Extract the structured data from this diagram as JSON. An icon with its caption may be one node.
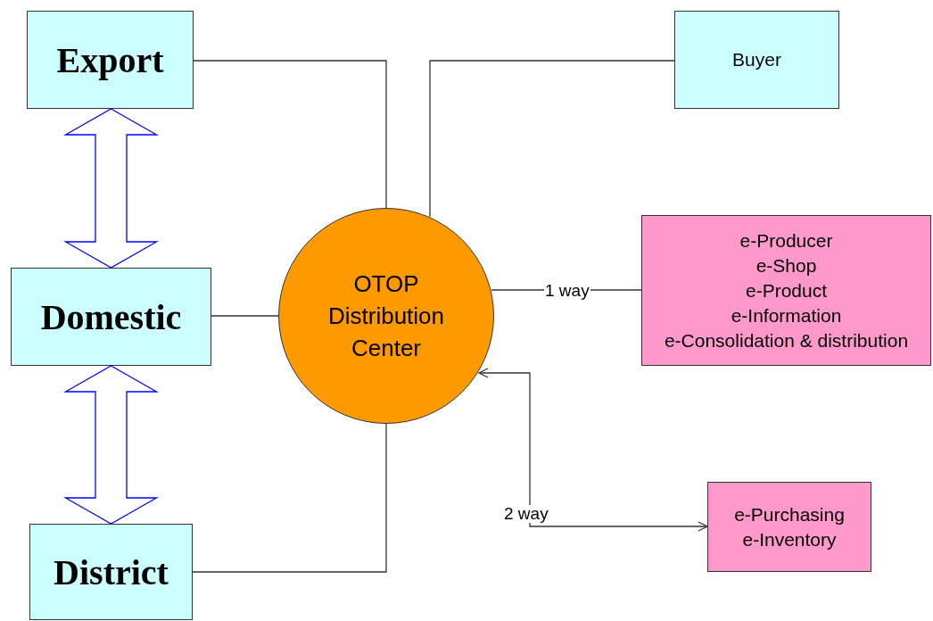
{
  "diagram": {
    "nodes": [
      {
        "text": [
          "Export"
        ]
      },
      {
        "text": [
          "Buyer"
        ]
      },
      {
        "text": [
          "Domestic"
        ]
      },
      {
        "text": [
          "OTOP Distribution Center"
        ]
      },
      {
        "text": [
          "e-Producer",
          "e-Shop",
          "e-Product",
          "e-Information",
          "e-Consolidation & distribution"
        ]
      },
      {
        "text": [
          "District"
        ]
      },
      {
        "text": [
          "e-Purchasing",
          "e-Inventory"
        ]
      }
    ],
    "edges": [
      {
        "from": 0,
        "to": 3,
        "arrow": "none"
      },
      {
        "from": 1,
        "to": 3,
        "arrow": "none"
      },
      {
        "from": 2,
        "to": 3,
        "arrow": "none"
      },
      {
        "from": 5,
        "to": 3,
        "arrow": "none"
      },
      {
        "from": 3,
        "to": 4,
        "arrow": "none",
        "label": "1 way"
      },
      {
        "from": 3,
        "to": 6,
        "arrow": "both",
        "label": "2 way"
      },
      {
        "from": 0,
        "to": 2,
        "arrow": "both",
        "style": "thick",
        "color": "#0000ff"
      },
      {
        "from": 2,
        "to": 5,
        "arrow": "both",
        "style": "thick",
        "color": "#0000ff"
      }
    ]
  }
}
